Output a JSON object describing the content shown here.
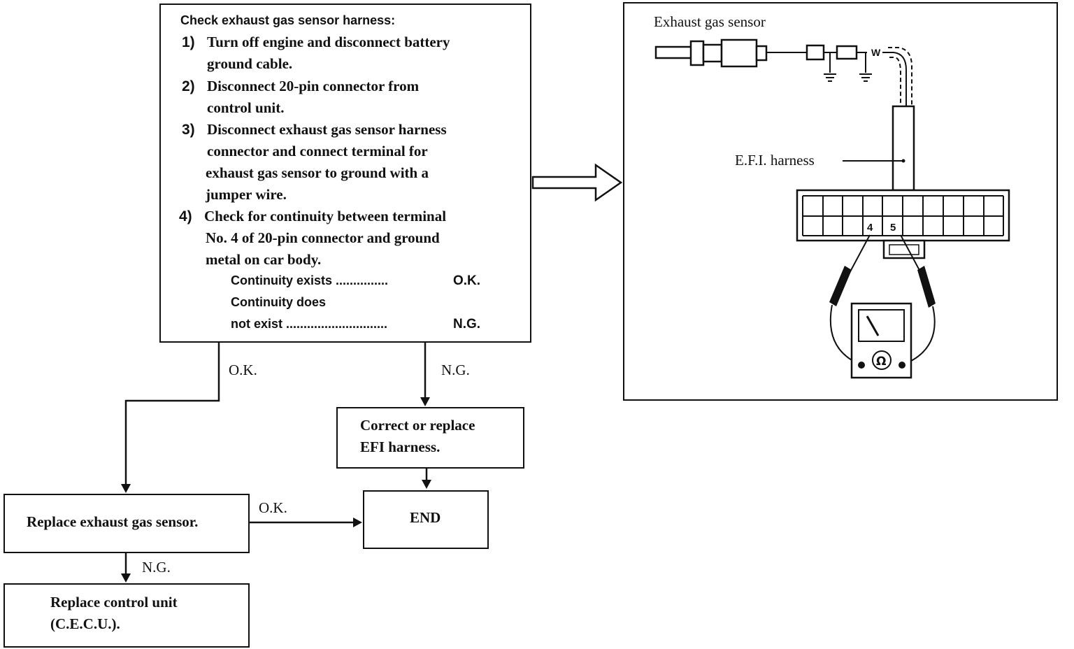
{
  "check_box": {
    "heading": "Check exhaust gas sensor harness:",
    "steps": [
      {
        "num": "1)",
        "lines": [
          "Turn off engine and disconnect battery",
          "ground cable."
        ]
      },
      {
        "num": "2)",
        "lines": [
          "Disconnect 20-pin connector from",
          "control unit."
        ]
      },
      {
        "num": "3)",
        "lines": [
          "Disconnect exhaust gas sensor harness",
          "connector and connect terminal for",
          "exhaust gas sensor to ground with a",
          "jumper wire."
        ]
      },
      {
        "num": "4)",
        "lines": [
          "Check for continuity between terminal",
          "No. 4 of 20-pin connector and ground",
          "metal on car body."
        ]
      }
    ],
    "result_ok_label": "Continuity exists ...............",
    "result_ok_value": "O.K.",
    "result_ng_label_1": "Continuity does",
    "result_ng_label_2": "not exist .............................",
    "result_ng_value": "N.G."
  },
  "branches": {
    "check_ok": "O.K.",
    "check_ng": "N.G.",
    "replace_sensor_ok": "O.K.",
    "replace_sensor_ng": "N.G."
  },
  "boxes": {
    "correct_harness": [
      "Correct or replace",
      "EFI harness."
    ],
    "end": "END",
    "replace_sensor": "Replace exhaust gas sensor.",
    "replace_cecu": [
      "Replace control unit",
      "(C.E.C.U.)."
    ]
  },
  "illustration": {
    "sensor_label": "Exhaust gas sensor",
    "harness_label": "E.F.I. harness",
    "wire_label": "W",
    "pin_4": "4",
    "pin_5": "5",
    "meter_symbol": "Ω"
  }
}
